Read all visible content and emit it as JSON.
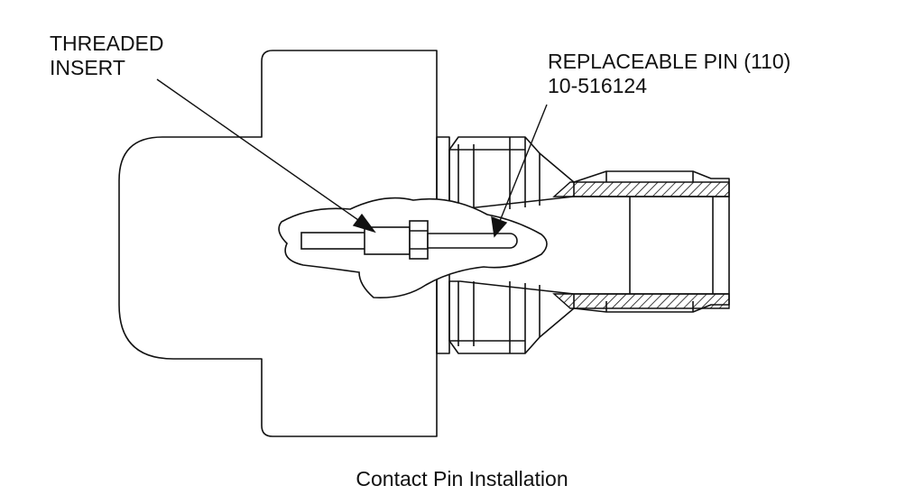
{
  "labels": {
    "threaded_insert": "THREADED\nINSERT",
    "replaceable_pin": "REPLACEABLE PIN (110)\n10-516124"
  },
  "caption": "Contact Pin Installation",
  "colors": {
    "line": "#111111",
    "background": "#ffffff"
  }
}
